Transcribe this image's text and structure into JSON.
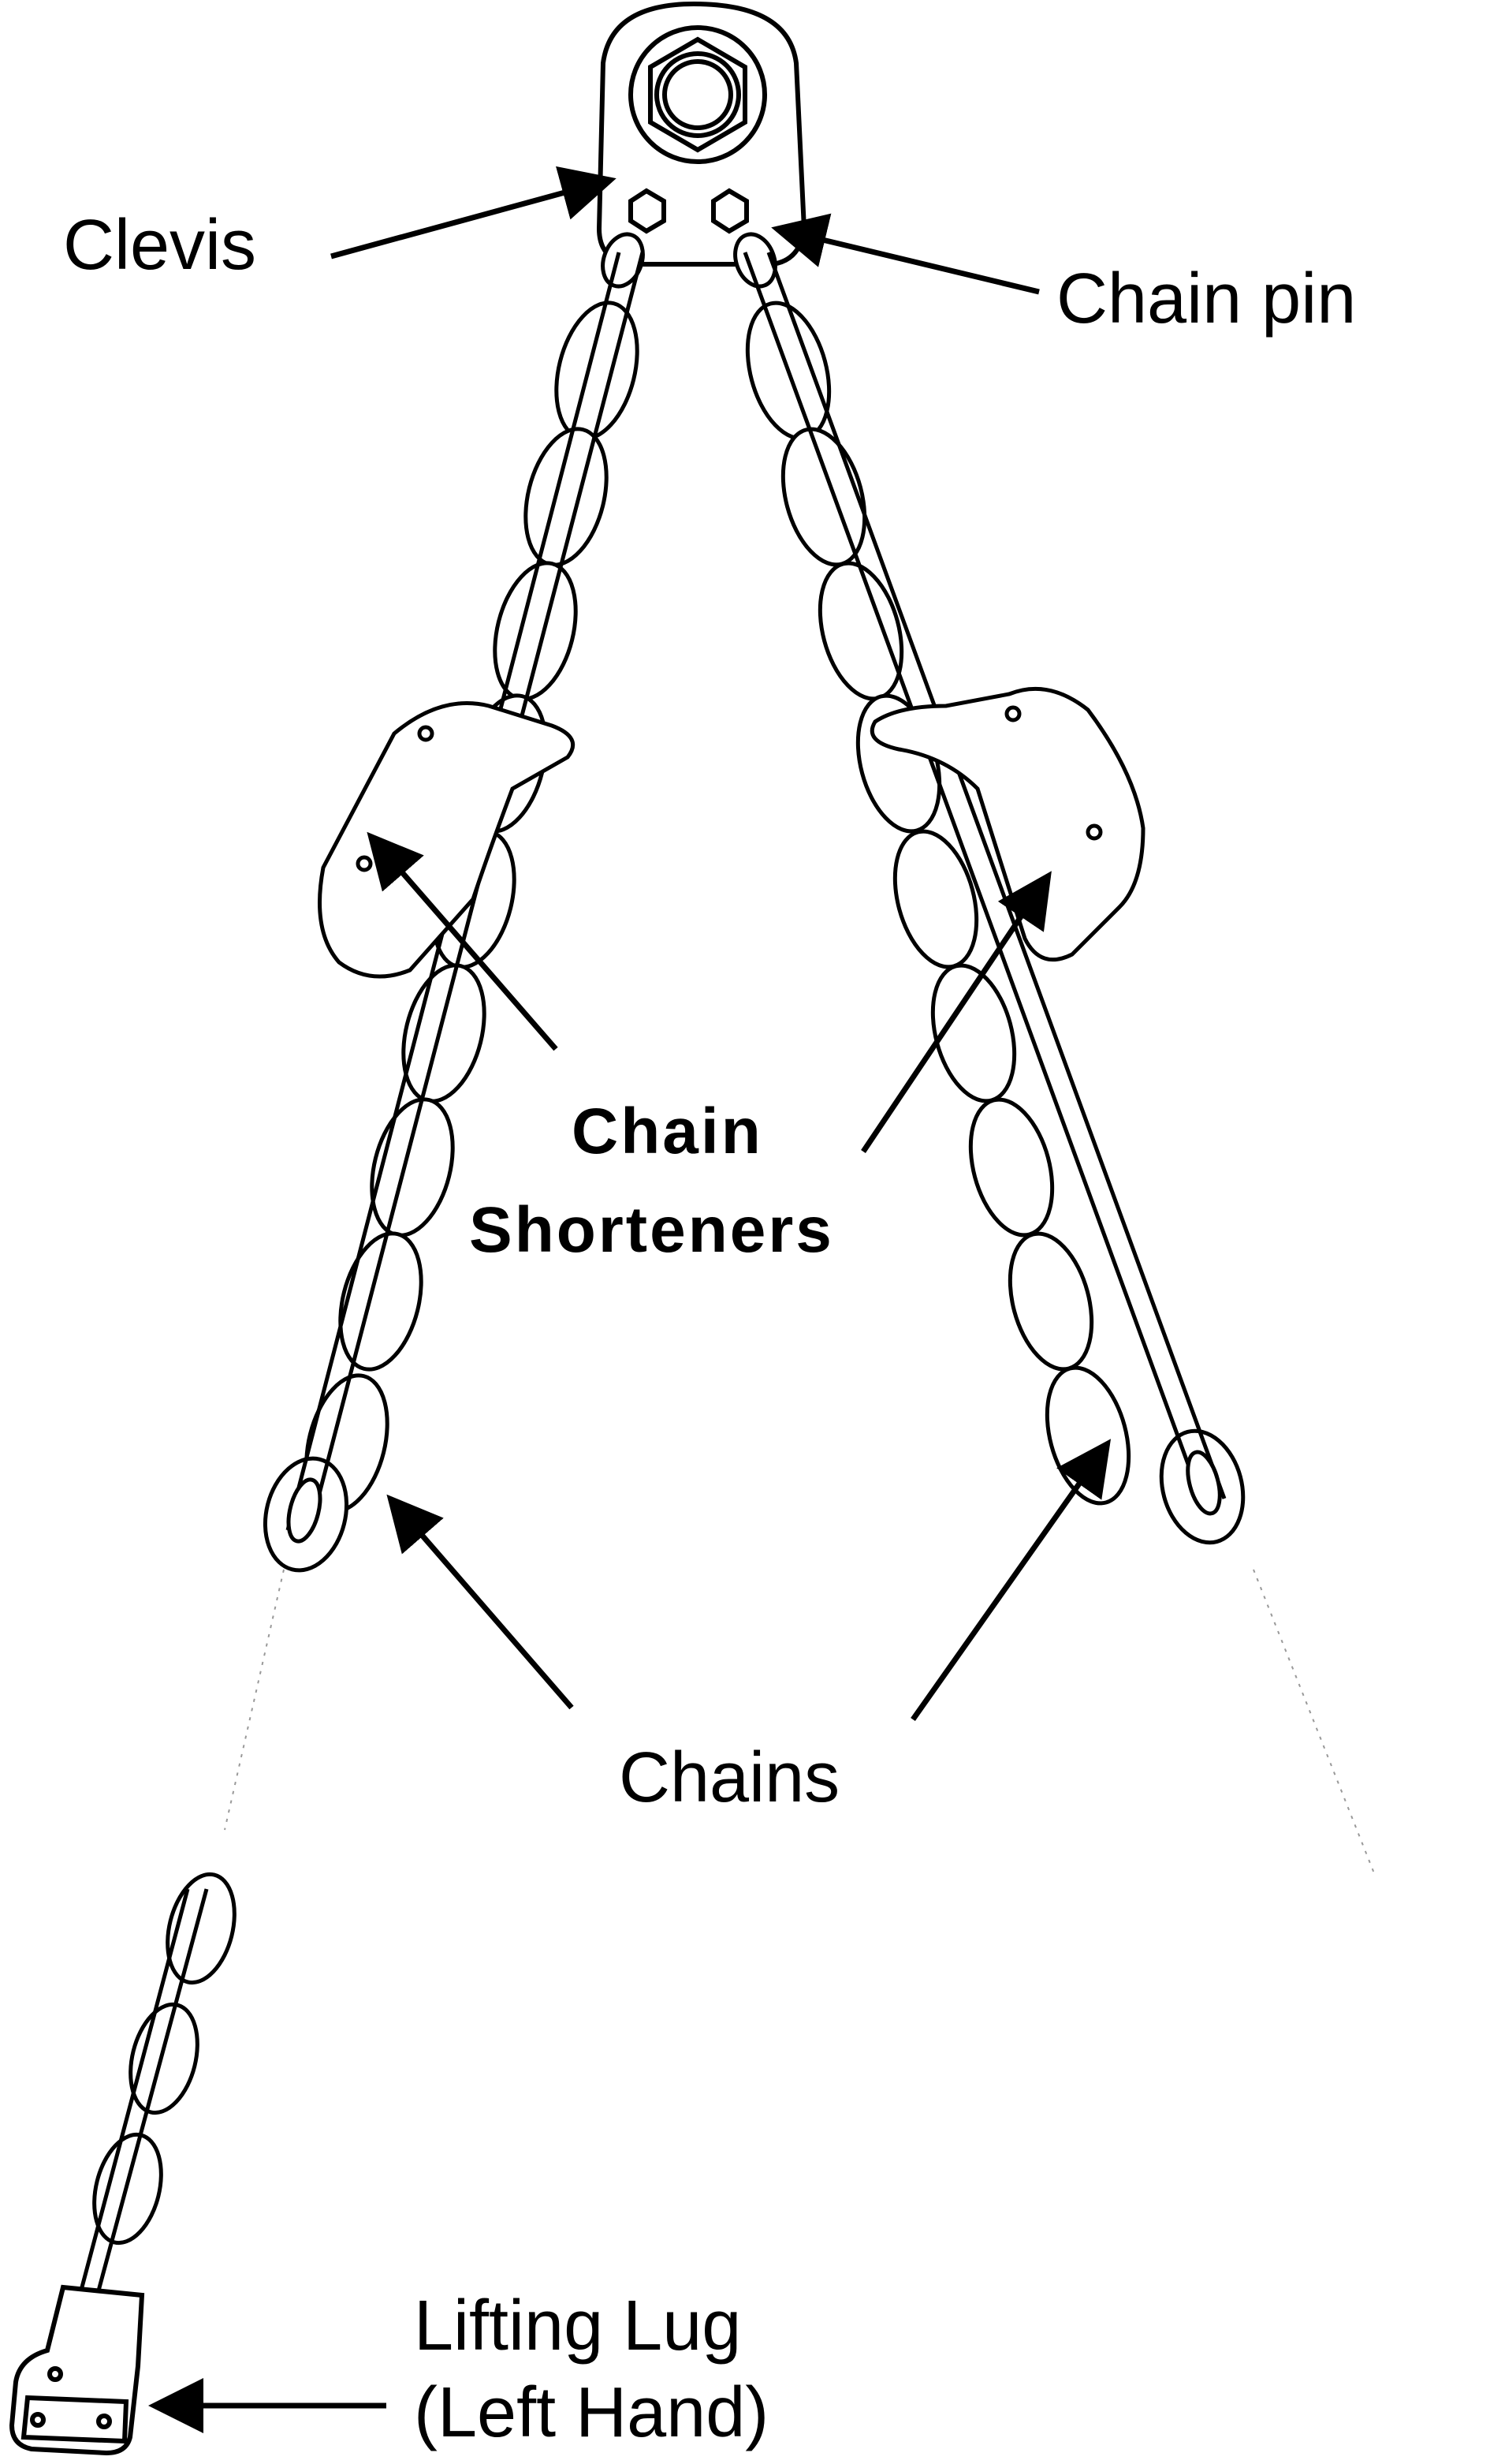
{
  "labels": {
    "clevis": "Clevis",
    "chain_pin": "Chain pin",
    "chain_shorteners_line1": "Chain",
    "chain_shorteners_line2": "Shorteners",
    "chains": "Chains",
    "lifting_lug_line1": "Lifting Lug",
    "lifting_lug_line2": "(Left Hand)"
  },
  "colors": {
    "line": "#000000",
    "background": "#ffffff"
  }
}
